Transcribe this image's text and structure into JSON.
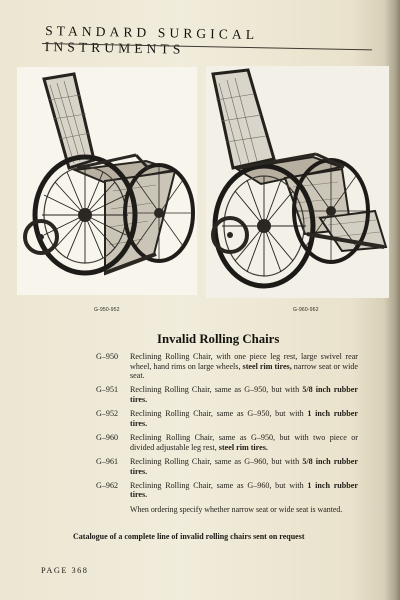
{
  "page": {
    "header": "STANDARD SURGICAL INSTRUMENTS",
    "footer": "PAGE 368"
  },
  "figures": {
    "left_caption": "G-950-952",
    "right_caption": "G-960-962",
    "left_icon": "reclining-wheelchair-photo",
    "right_icon": "reclining-wheelchair-adjustable-legrest-photo"
  },
  "section": {
    "title": "Invalid Rolling Chairs"
  },
  "items": [
    {
      "code": "G–950",
      "text_before": "Reclining Rolling Chair, with one piece leg rest, large swivel rear wheel, hand rims on large wheels, ",
      "bold": "steel rim tires,",
      "text_after": " narrow seat or wide seat."
    },
    {
      "code": "G–951",
      "text_before": "Reclining Rolling Chair, same as G–950, but with ",
      "fraction": "5/8",
      "bold": " inch rubber tires."
    },
    {
      "code": "G–952",
      "text_before": "Reclining Rolling Chair, same as G–950, but with ",
      "bold": "1 inch rubber tires."
    },
    {
      "code": "G–960",
      "text_before": "Reclining Rolling Chair, same as G–950, but with two piece or divided adjustable leg rest, ",
      "bold": "steel rim tires."
    },
    {
      "code": "G–961",
      "text_before": "Reclining Rolling Chair, same as G–960, but with ",
      "fraction": "5/8",
      "bold": " inch rubber tires."
    },
    {
      "code": "G–962",
      "text_before": "Reclining Rolling Chair, same as G–960, but with ",
      "bold": "1 inch rubber tires."
    }
  ],
  "note": "When ordering specify whether narrow seat or wide seat is wanted.",
  "request_line": "Catalogue of a complete line of invalid rolling chairs sent on request",
  "colors": {
    "paper": "#f1ecdb",
    "ink": "#1d1b16"
  }
}
